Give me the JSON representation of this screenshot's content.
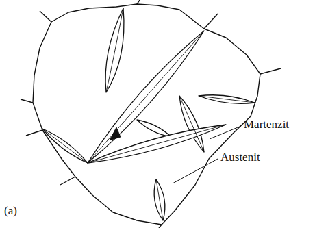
{
  "diagram": {
    "labels": [
      "Martenzit",
      "Austenit",
      "(a)"
    ]
  }
}
